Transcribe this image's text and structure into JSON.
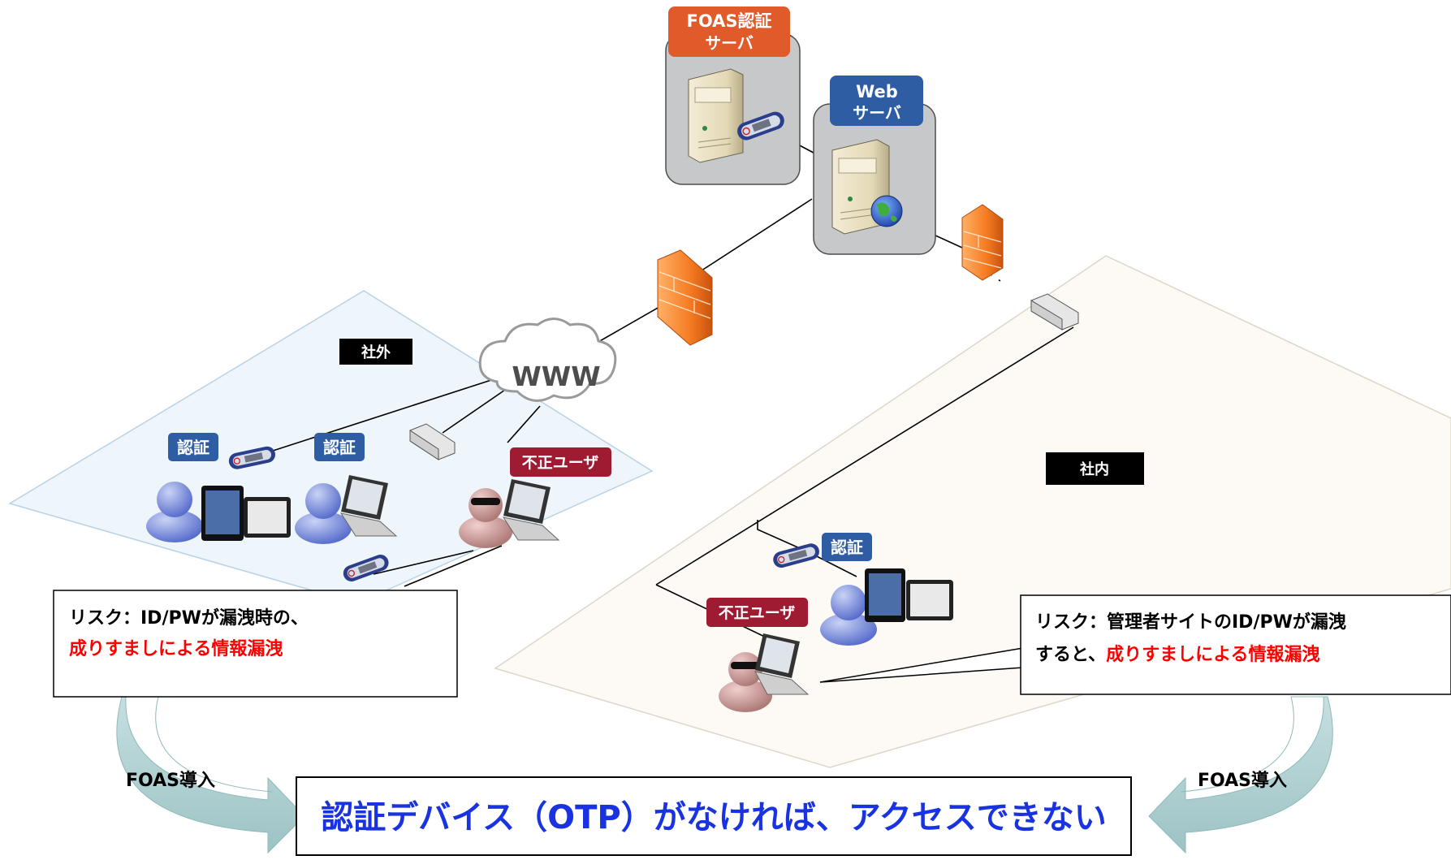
{
  "servers": {
    "foas_title_line1": "FOAS認証",
    "foas_title_line2": "サーバ",
    "web_title_line1": "Web",
    "web_title_line2": "サーバ"
  },
  "zones": {
    "outside": "社外",
    "inside": "社内"
  },
  "cloud": "WWW",
  "badges": {
    "auth": "認証",
    "rogue": "不正ユーザ"
  },
  "callouts": {
    "left_line1": "リスク：ID/PWが漏洩時の、",
    "left_line2": "成りすましによる情報漏洩",
    "right_line1": "リスク：管理者サイトのID/PWが漏洩",
    "right_line2a": "すると、",
    "right_line2b": "成りすましによる情報漏洩"
  },
  "intro_left": "FOAS導入",
  "intro_right": "FOAS導入",
  "bottom_message": "認証デバイス（OTP）がなければ、アクセスできない",
  "colors": {
    "accent_blue": "#1a33e0",
    "risk_red": "#ff0000",
    "badge_blue": "#2e5da4",
    "badge_red": "#9e1b32",
    "foas_orange": "#e05a2a",
    "outside_zone": "#eef6fc",
    "inside_zone": "#fdfaf5",
    "arrow_teal": "#b6d5d6"
  }
}
